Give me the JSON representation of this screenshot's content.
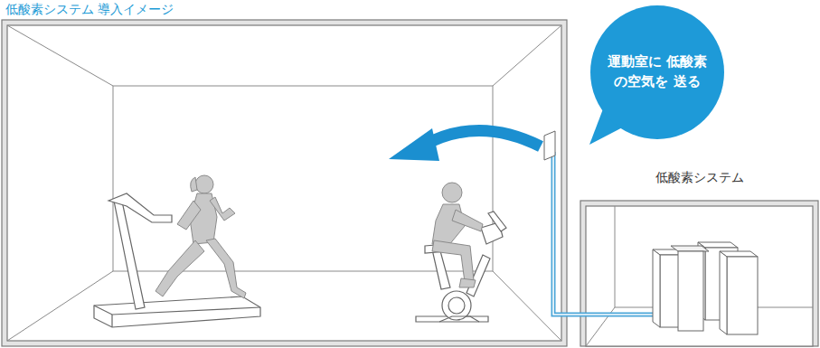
{
  "diagram": {
    "title": "低酸素システム 導入イメージ",
    "nodes": [
      {
        "text": [
          "運動室に 低酸素の空気を 送る"
        ]
      },
      {
        "text": [
          "低酸素システム"
        ]
      }
    ]
  }
}
